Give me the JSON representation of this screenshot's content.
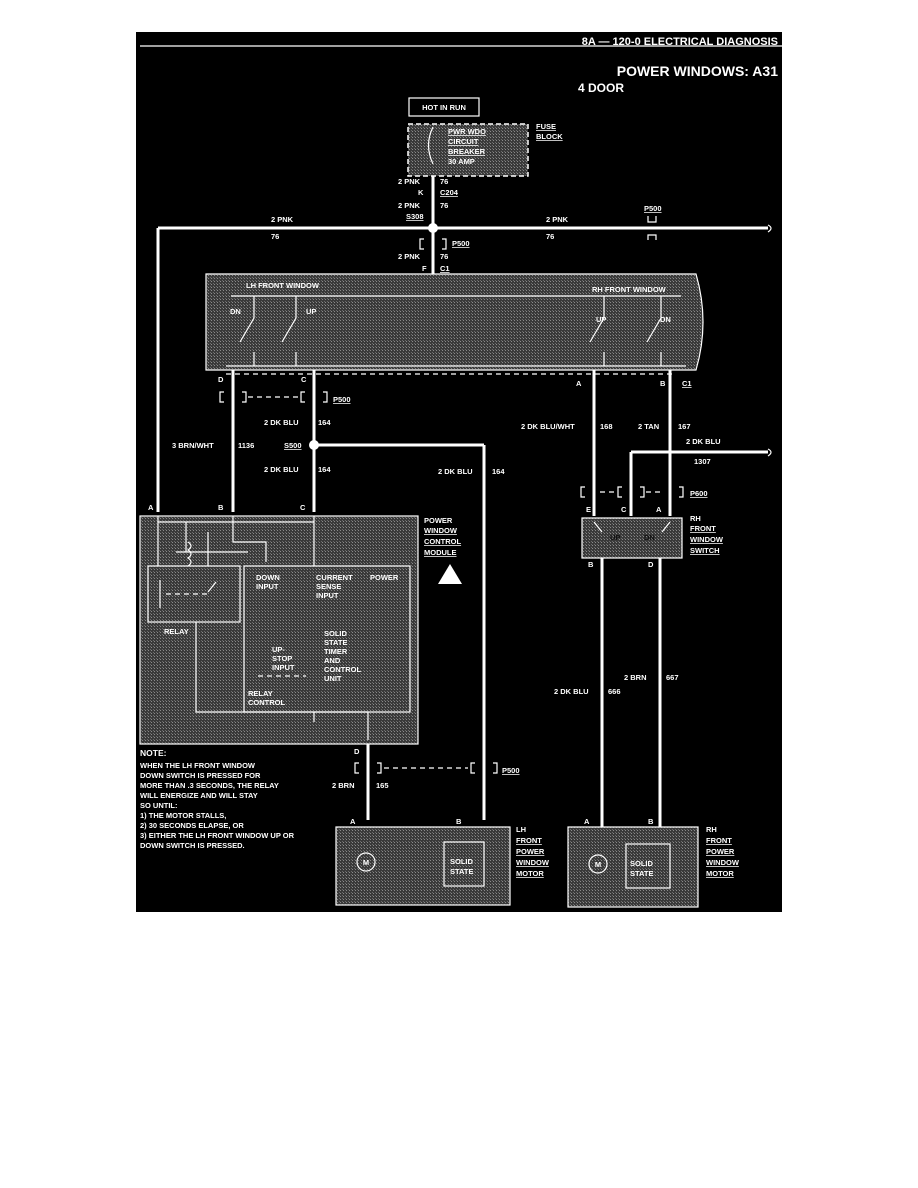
{
  "header": {
    "section": "8A — 120-0 ELECTRICAL DIAGNOSIS",
    "title": "POWER WINDOWS: A31",
    "subtitle": "4 DOOR"
  },
  "source": {
    "hot_label": "HOT IN RUN",
    "breaker_lines": [
      "PWR WDO",
      "CIRCUIT",
      "BREAKER",
      "30 AMP"
    ],
    "fuse_block_lines": [
      "FUSE",
      "BLOCK"
    ]
  },
  "connectors": {
    "c204": "C204",
    "k": "K",
    "s308": "S308",
    "p500": "P500",
    "c1": "C1",
    "f": "F",
    "s500": "S500",
    "p600": "P600",
    "d": "D",
    "c": "C",
    "a": "A",
    "b": "B",
    "e": "E"
  },
  "wires": {
    "pnk": "2 PNK",
    "n76": "76",
    "dk_blu": "2 DK BLU",
    "n164": "164",
    "brn_wht": "3 BRN/WHT",
    "n1136": "1136",
    "dk_blu_wht": "2 DK BLU/WHT",
    "n168": "168",
    "tan": "2 TAN",
    "n167": "167",
    "n1307": "1307",
    "brn": "2 BRN",
    "n165": "165",
    "n667": "667",
    "n666": "666"
  },
  "switches": {
    "lh_front": "LH FRONT WINDOW",
    "rh_front": "RH FRONT WINDOW",
    "dn": "DN",
    "up": "UP"
  },
  "module": {
    "label_lines": [
      "POWER",
      "WINDOW",
      "CONTROL",
      "MODULE"
    ],
    "down_input": [
      "DOWN",
      "INPUT"
    ],
    "current_sense": [
      "CURRENT",
      "SENSE",
      "INPUT"
    ],
    "power": "POWER",
    "relay": "RELAY",
    "up_stop": [
      "UP-",
      "STOP",
      "INPUT"
    ],
    "solid_state_timer": [
      "SOLID",
      "STATE",
      "TIMER",
      "AND",
      "CONTROL",
      "UNIT"
    ],
    "relay_control": [
      "RELAY",
      "CONTROL"
    ]
  },
  "rh_switch": {
    "label_lines": [
      "RH",
      "FRONT",
      "WINDOW",
      "SWITCH"
    ]
  },
  "note": {
    "heading": "NOTE:",
    "lines": [
      "WHEN THE LH FRONT WINDOW",
      "DOWN SWITCH IS PRESSED FOR",
      "MORE THAN .3 SECONDS, THE RELAY",
      "WILL ENERGIZE AND WILL STAY",
      "SO UNTIL:",
      "1) THE MOTOR STALLS,",
      "2) 30 SECONDS ELAPSE, OR",
      "3) EITHER THE LH FRONT WINDOW UP OR",
      "    DOWN SWITCH IS PRESSED."
    ]
  },
  "motors": {
    "m": "M",
    "solid_state": [
      "SOLID",
      "STATE"
    ],
    "lh_label": [
      "LH",
      "FRONT",
      "POWER",
      "WINDOW",
      "MOTOR"
    ],
    "rh_label": [
      "RH",
      "FRONT",
      "POWER",
      "WINDOW",
      "MOTOR"
    ]
  }
}
